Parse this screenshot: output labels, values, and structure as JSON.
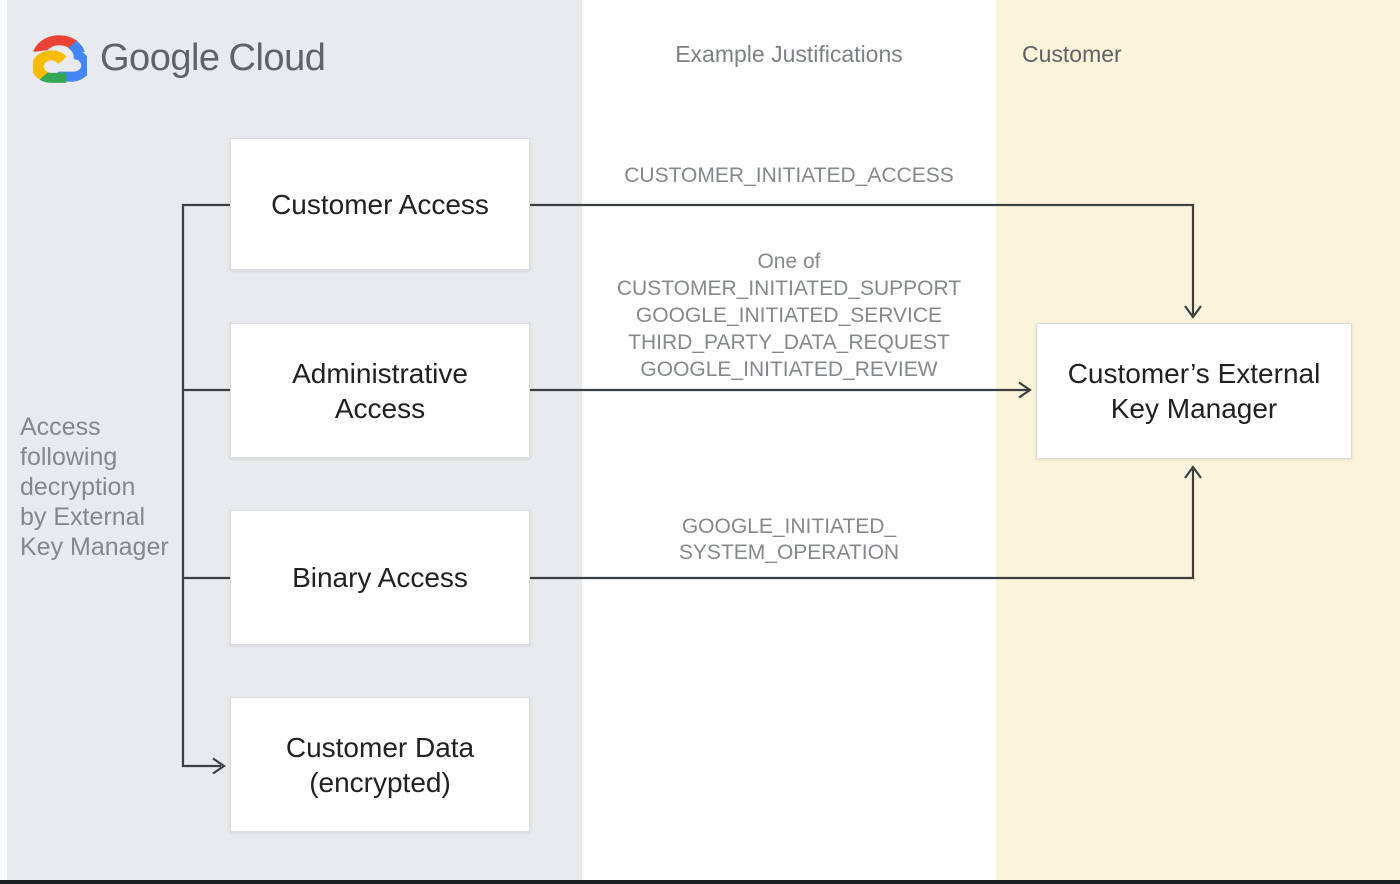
{
  "brand": {
    "name": "Google Cloud",
    "google": "Google",
    "cloud": "Cloud"
  },
  "headers": {
    "middle": "Example Justifications",
    "right": "Customer"
  },
  "left_note": {
    "lines": [
      "Access",
      "following",
      "decryption",
      "by External",
      "Key Manager"
    ]
  },
  "boxes": {
    "customer_access": {
      "label": "Customer Access"
    },
    "administrative_access": {
      "line1": "Administrative",
      "line2": "Access"
    },
    "binary_access": {
      "label": "Binary Access"
    },
    "customer_data": {
      "line1": "Customer Data",
      "line2": "(encrypted)"
    },
    "external_key_manager": {
      "line1": "Customer’s External",
      "line2": "Key Manager"
    }
  },
  "justifications": {
    "customer_access": "CUSTOMER_INITIATED_ACCESS",
    "administrative_access": {
      "prefix": "One of",
      "options": [
        "CUSTOMER_INITIATED_SUPPORT",
        "GOOGLE_INITIATED_SERVICE",
        "THIRD_PARTY_DATA_REQUEST",
        "GOOGLE_INITIATED_REVIEW"
      ]
    },
    "binary_access": {
      "line1": "GOOGLE_INITIATED_",
      "line2": "SYSTEM_OPERATION"
    }
  },
  "colors": {
    "zone_left_bg": "#e8eaed",
    "zone_middle_bg": "#ffffff",
    "zone_right_bg": "#fbf4da",
    "connector": "#3c4043",
    "box_border": "#dadce0",
    "box_text": "#202124",
    "muted_text": "#84888c",
    "brand_text": "#5f6368",
    "google_red": "#EA4335",
    "google_blue": "#4285F4",
    "google_green": "#34A853",
    "google_yellow": "#FBBC05"
  }
}
